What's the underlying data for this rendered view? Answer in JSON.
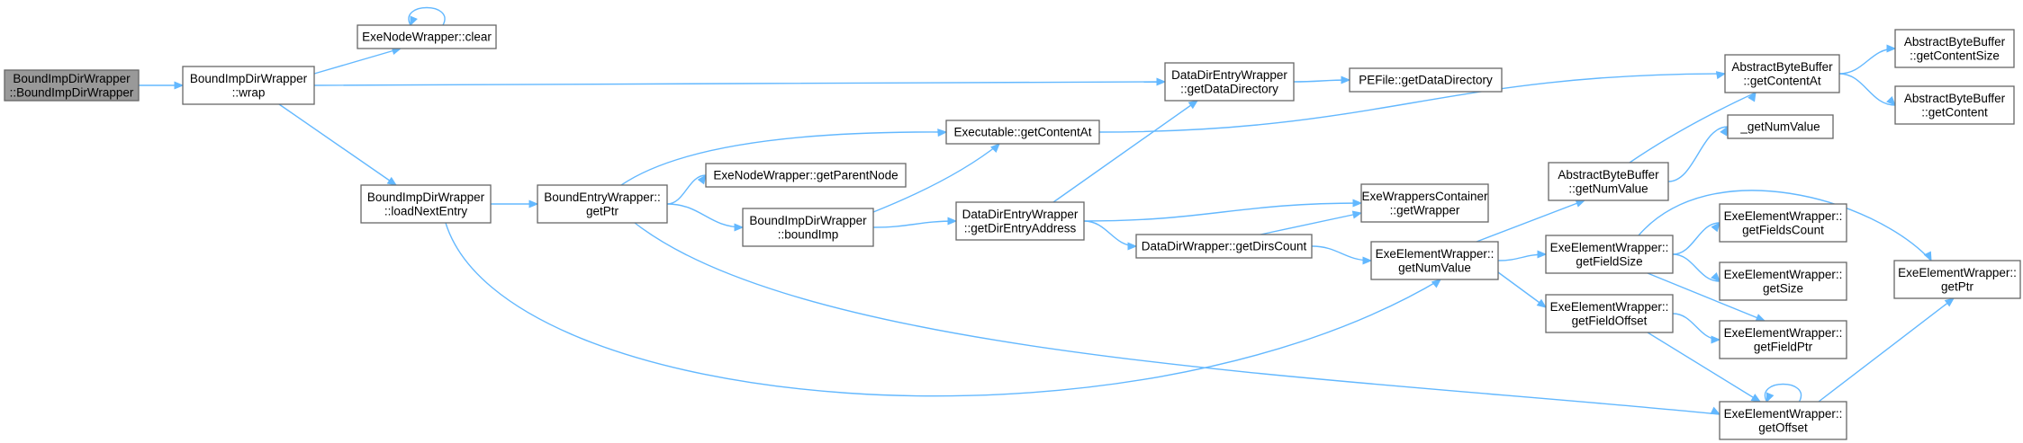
{
  "graph": {
    "edge_color": "#63b8ff",
    "node_border_color": "#666666",
    "root_fill_color": "#999999",
    "nodes": [
      {
        "id": "root",
        "lines": [
          "BoundImpDirWrapper",
          "::BoundImpDirWrapper"
        ],
        "root": true
      },
      {
        "id": "wrap",
        "lines": [
          "BoundImpDirWrapper",
          "::wrap"
        ]
      },
      {
        "id": "clear",
        "lines": [
          "ExeNodeWrapper::clear"
        ]
      },
      {
        "id": "loadNextEntry",
        "lines": [
          "BoundImpDirWrapper",
          "::loadNextEntry"
        ]
      },
      {
        "id": "bewGetPtr",
        "lines": [
          "BoundEntryWrapper::",
          "getPtr"
        ]
      },
      {
        "id": "getParentNode",
        "lines": [
          "ExeNodeWrapper::getParentNode"
        ]
      },
      {
        "id": "boundImp",
        "lines": [
          "BoundImpDirWrapper",
          "::boundImp"
        ]
      },
      {
        "id": "execGetContentAt",
        "lines": [
          "Executable::getContentAt"
        ]
      },
      {
        "id": "getDataDirectory",
        "lines": [
          "DataDirEntryWrapper",
          "::getDataDirectory"
        ]
      },
      {
        "id": "peGetDataDirectory",
        "lines": [
          "PEFile::getDataDirectory"
        ]
      },
      {
        "id": "getDirEntryAddress",
        "lines": [
          "DataDirEntryWrapper",
          "::getDirEntryAddress"
        ]
      },
      {
        "id": "getDirsCount",
        "lines": [
          "DataDirWrapper::getDirsCount"
        ]
      },
      {
        "id": "getWrapper",
        "lines": [
          "ExeWrappersContainer",
          "::getWrapper"
        ]
      },
      {
        "id": "eewGetNumValue",
        "lines": [
          "ExeElementWrapper::",
          "getNumValue"
        ]
      },
      {
        "id": "abbGetNumValue",
        "lines": [
          "AbstractByteBuffer",
          "::getNumValue"
        ]
      },
      {
        "id": "numValuePriv",
        "lines": [
          "_getNumValue"
        ]
      },
      {
        "id": "abbGetContentAt",
        "lines": [
          "AbstractByteBuffer",
          "::getContentAt"
        ]
      },
      {
        "id": "getContentSize",
        "lines": [
          "AbstractByteBuffer",
          "::getContentSize"
        ]
      },
      {
        "id": "getContent",
        "lines": [
          "AbstractByteBuffer",
          "::getContent"
        ]
      },
      {
        "id": "getFieldSize",
        "lines": [
          "ExeElementWrapper::",
          "getFieldSize"
        ]
      },
      {
        "id": "getFieldOffset",
        "lines": [
          "ExeElementWrapper::",
          "getFieldOffset"
        ]
      },
      {
        "id": "getFieldsCount",
        "lines": [
          "ExeElementWrapper::",
          "getFieldsCount"
        ]
      },
      {
        "id": "getSize",
        "lines": [
          "ExeElementWrapper::",
          "getSize"
        ]
      },
      {
        "id": "getFieldPtr",
        "lines": [
          "ExeElementWrapper::",
          "getFieldPtr"
        ]
      },
      {
        "id": "getOffset",
        "lines": [
          "ExeElementWrapper::",
          "getOffset"
        ]
      },
      {
        "id": "eewGetPtr",
        "lines": [
          "ExeElementWrapper::",
          "getPtr"
        ]
      }
    ],
    "edges": [
      [
        "root",
        "wrap"
      ],
      [
        "wrap",
        "clear"
      ],
      [
        "clear",
        "clear"
      ],
      [
        "wrap",
        "getDataDirectory"
      ],
      [
        "wrap",
        "loadNextEntry"
      ],
      [
        "loadNextEntry",
        "bewGetPtr"
      ],
      [
        "loadNextEntry",
        "eewGetNumValue"
      ],
      [
        "bewGetPtr",
        "execGetContentAt"
      ],
      [
        "bewGetPtr",
        "getParentNode"
      ],
      [
        "bewGetPtr",
        "boundImp"
      ],
      [
        "bewGetPtr",
        "getOffset"
      ],
      [
        "boundImp",
        "execGetContentAt"
      ],
      [
        "boundImp",
        "getDirEntryAddress"
      ],
      [
        "execGetContentAt",
        "abbGetContentAt"
      ],
      [
        "getDataDirectory",
        "peGetDataDirectory"
      ],
      [
        "getDirEntryAddress",
        "getDataDirectory"
      ],
      [
        "getDirEntryAddress",
        "getWrapper"
      ],
      [
        "getDirEntryAddress",
        "getDirsCount"
      ],
      [
        "getDirsCount",
        "getWrapper"
      ],
      [
        "getDirsCount",
        "eewGetNumValue"
      ],
      [
        "eewGetNumValue",
        "abbGetNumValue"
      ],
      [
        "eewGetNumValue",
        "getFieldSize"
      ],
      [
        "eewGetNumValue",
        "getFieldOffset"
      ],
      [
        "abbGetNumValue",
        "abbGetContentAt"
      ],
      [
        "abbGetNumValue",
        "numValuePriv"
      ],
      [
        "abbGetContentAt",
        "getContentSize"
      ],
      [
        "abbGetContentAt",
        "getContent"
      ],
      [
        "getFieldSize",
        "eewGetPtr"
      ],
      [
        "getFieldSize",
        "getFieldsCount"
      ],
      [
        "getFieldSize",
        "getSize"
      ],
      [
        "getFieldSize",
        "getFieldPtr"
      ],
      [
        "getFieldOffset",
        "getFieldPtr"
      ],
      [
        "getFieldOffset",
        "getOffset"
      ],
      [
        "getOffset",
        "getOffset"
      ],
      [
        "getOffset",
        "eewGetPtr"
      ]
    ]
  }
}
